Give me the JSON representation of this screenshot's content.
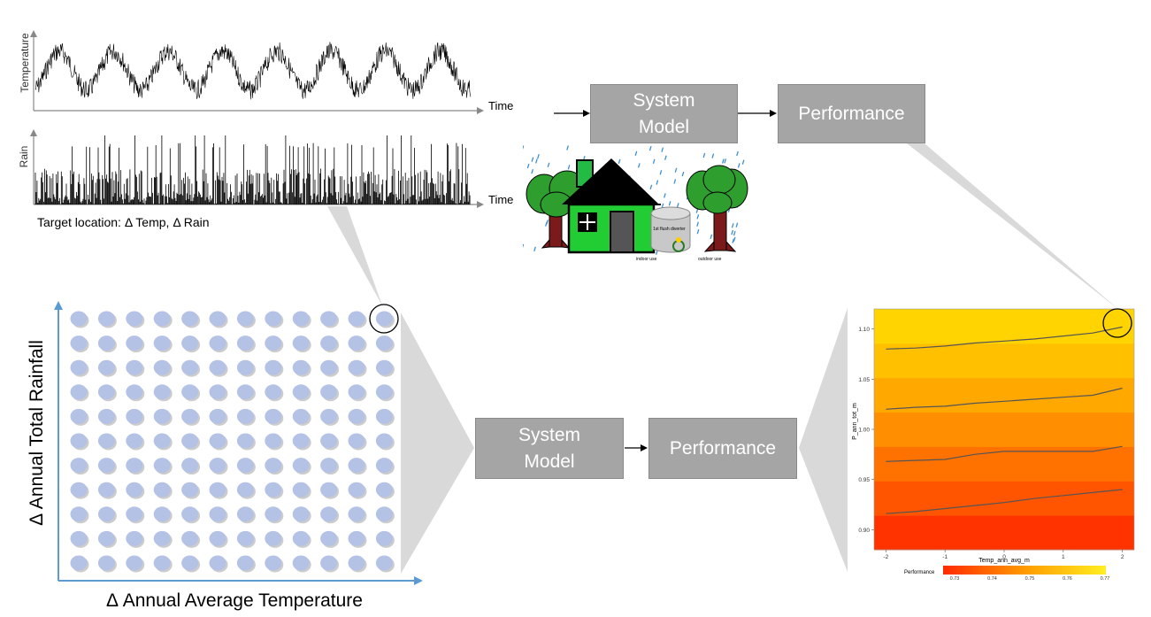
{
  "timeseries": {
    "temperature_label": "Temperature",
    "rain_label": "Rain",
    "time_label_1": "Time",
    "time_label_2": "Time",
    "caption": "Target location: Δ Temp, Δ Rain"
  },
  "top_flow": {
    "system_model": "System\nModel",
    "performance": "Performance"
  },
  "house": {
    "first_flush": "1st flush diverter",
    "indoor_use": "indoor use",
    "outdoor_use": "outdoor use"
  },
  "grid": {
    "y_axis_label": "Δ Annual Total Rainfall",
    "x_axis_label": "Δ Annual Average Temperature",
    "rows": 11,
    "cols": 12
  },
  "bottom_flow": {
    "system_model": "System\nModel",
    "performance": "Performance"
  },
  "chart_data": {
    "type": "heatmap",
    "xlabel": "Temp_ann_avg_m",
    "ylabel": "P_ann_tot_m",
    "x_ticks": [
      "-2",
      "-1",
      "0",
      "1",
      "2"
    ],
    "y_ticks": [
      "0.90",
      "0.95",
      "1.00",
      "1.05",
      "1.10"
    ],
    "xlim": [
      -2.2,
      2.2
    ],
    "ylim": [
      0.88,
      1.12
    ],
    "legend_title": "Performance",
    "legend_ticks": [
      "0.73",
      "0.74",
      "0.75",
      "0.76",
      "0.77"
    ],
    "colors": [
      "#ff2a00",
      "#ff6a00",
      "#ff9a00",
      "#ffc800",
      "#ffee22"
    ],
    "contours": [
      {
        "x": [
          -2,
          -1.5,
          -1,
          -0.5,
          0,
          0.5,
          1,
          1.5,
          2
        ],
        "y": [
          0.916,
          0.918,
          0.921,
          0.924,
          0.927,
          0.931,
          0.934,
          0.937,
          0.94
        ]
      },
      {
        "x": [
          -2,
          -1.5,
          -1,
          -0.5,
          0,
          0.5,
          1,
          1.5,
          2
        ],
        "y": [
          0.968,
          0.969,
          0.97,
          0.975,
          0.978,
          0.978,
          0.978,
          0.978,
          0.983
        ]
      },
      {
        "x": [
          -2,
          -1.5,
          -1,
          -0.5,
          0,
          0.5,
          1,
          1.5,
          2
        ],
        "y": [
          1.02,
          1.022,
          1.023,
          1.026,
          1.028,
          1.03,
          1.032,
          1.034,
          1.041
        ]
      },
      {
        "x": [
          -2,
          -1.5,
          -1,
          -0.5,
          0,
          0.5,
          1,
          1.5,
          2
        ],
        "y": [
          1.08,
          1.081,
          1.083,
          1.086,
          1.088,
          1.09,
          1.093,
          1.096,
          1.102
        ]
      }
    ]
  },
  "colors": {
    "box_fill": "#a5a5a5",
    "axis_blue": "#5b9bd5",
    "dot_fill": "#b4c2e6",
    "funnel": "#d9d9d9"
  }
}
